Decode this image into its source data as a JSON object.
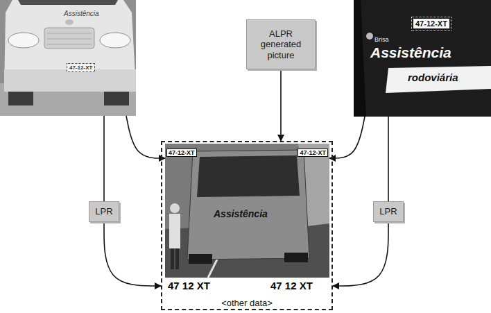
{
  "diagram": {
    "nodes": [
      {
        "text": [
          "Assistência",
          "47-12-XT"
        ]
      },
      {
        "text": [
          "ALPR generated picture"
        ]
      },
      {
        "text": [
          "Brisa",
          "47-12-XT",
          "Assistência",
          "rodoviária"
        ]
      },
      {
        "text": [
          "47 12 XT",
          "47 12 XT",
          "<other data>"
        ]
      },
      {
        "text": [
          "47-12-XT",
          "47-12-XT",
          "Assistência"
        ],
        "in": 3
      },
      {
        "text": [
          "LPR"
        ]
      },
      {
        "text": [
          "LPR"
        ]
      }
    ],
    "edges": [
      {
        "from": 0,
        "to": 4,
        "arrow": "to"
      },
      {
        "from": 1,
        "to": 3,
        "arrow": "to"
      },
      {
        "from": 2,
        "to": 4,
        "arrow": "to"
      },
      {
        "from": 0,
        "to": 5,
        "arrow": "none"
      },
      {
        "from": 5,
        "to": 3,
        "arrow": "to"
      },
      {
        "from": 2,
        "to": 6,
        "arrow": "none"
      },
      {
        "from": 6,
        "to": 3,
        "arrow": "to"
      }
    ]
  }
}
